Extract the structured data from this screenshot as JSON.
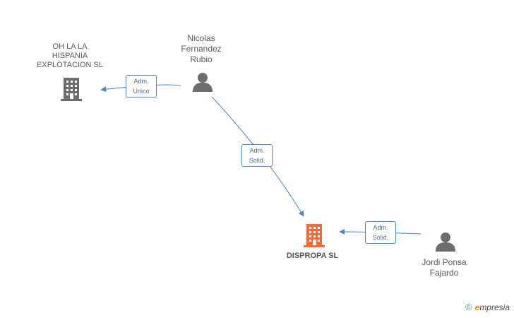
{
  "nodes": {
    "company_oh": {
      "label": "OH LA LA\nHISPANIA\nEXPLOTACION SL"
    },
    "person_nicolas": {
      "label": "Nicolas\nFernandez\nRubio"
    },
    "company_dispropa": {
      "label": "DISPROPA SL"
    },
    "person_jordi": {
      "label": "Jordi Ponsa\nFajardo"
    }
  },
  "edges": {
    "adm_unico": {
      "label": "Adm.\nUnico"
    },
    "adm_solid_1": {
      "label": "Adm.\nSolid."
    },
    "adm_solid_2": {
      "label": "Adm.\nSolid."
    }
  },
  "colors": {
    "edge": "#4a86c8",
    "building_gray": "#6d6d6d",
    "building_highlight": "#f26b3a",
    "person": "#6d6d6d"
  },
  "icons": {
    "company": "building-icon",
    "person": "person-icon",
    "copyright": "copyright-icon"
  },
  "brand": {
    "copyright": "©",
    "e": "e",
    "rest": "mpresia"
  }
}
